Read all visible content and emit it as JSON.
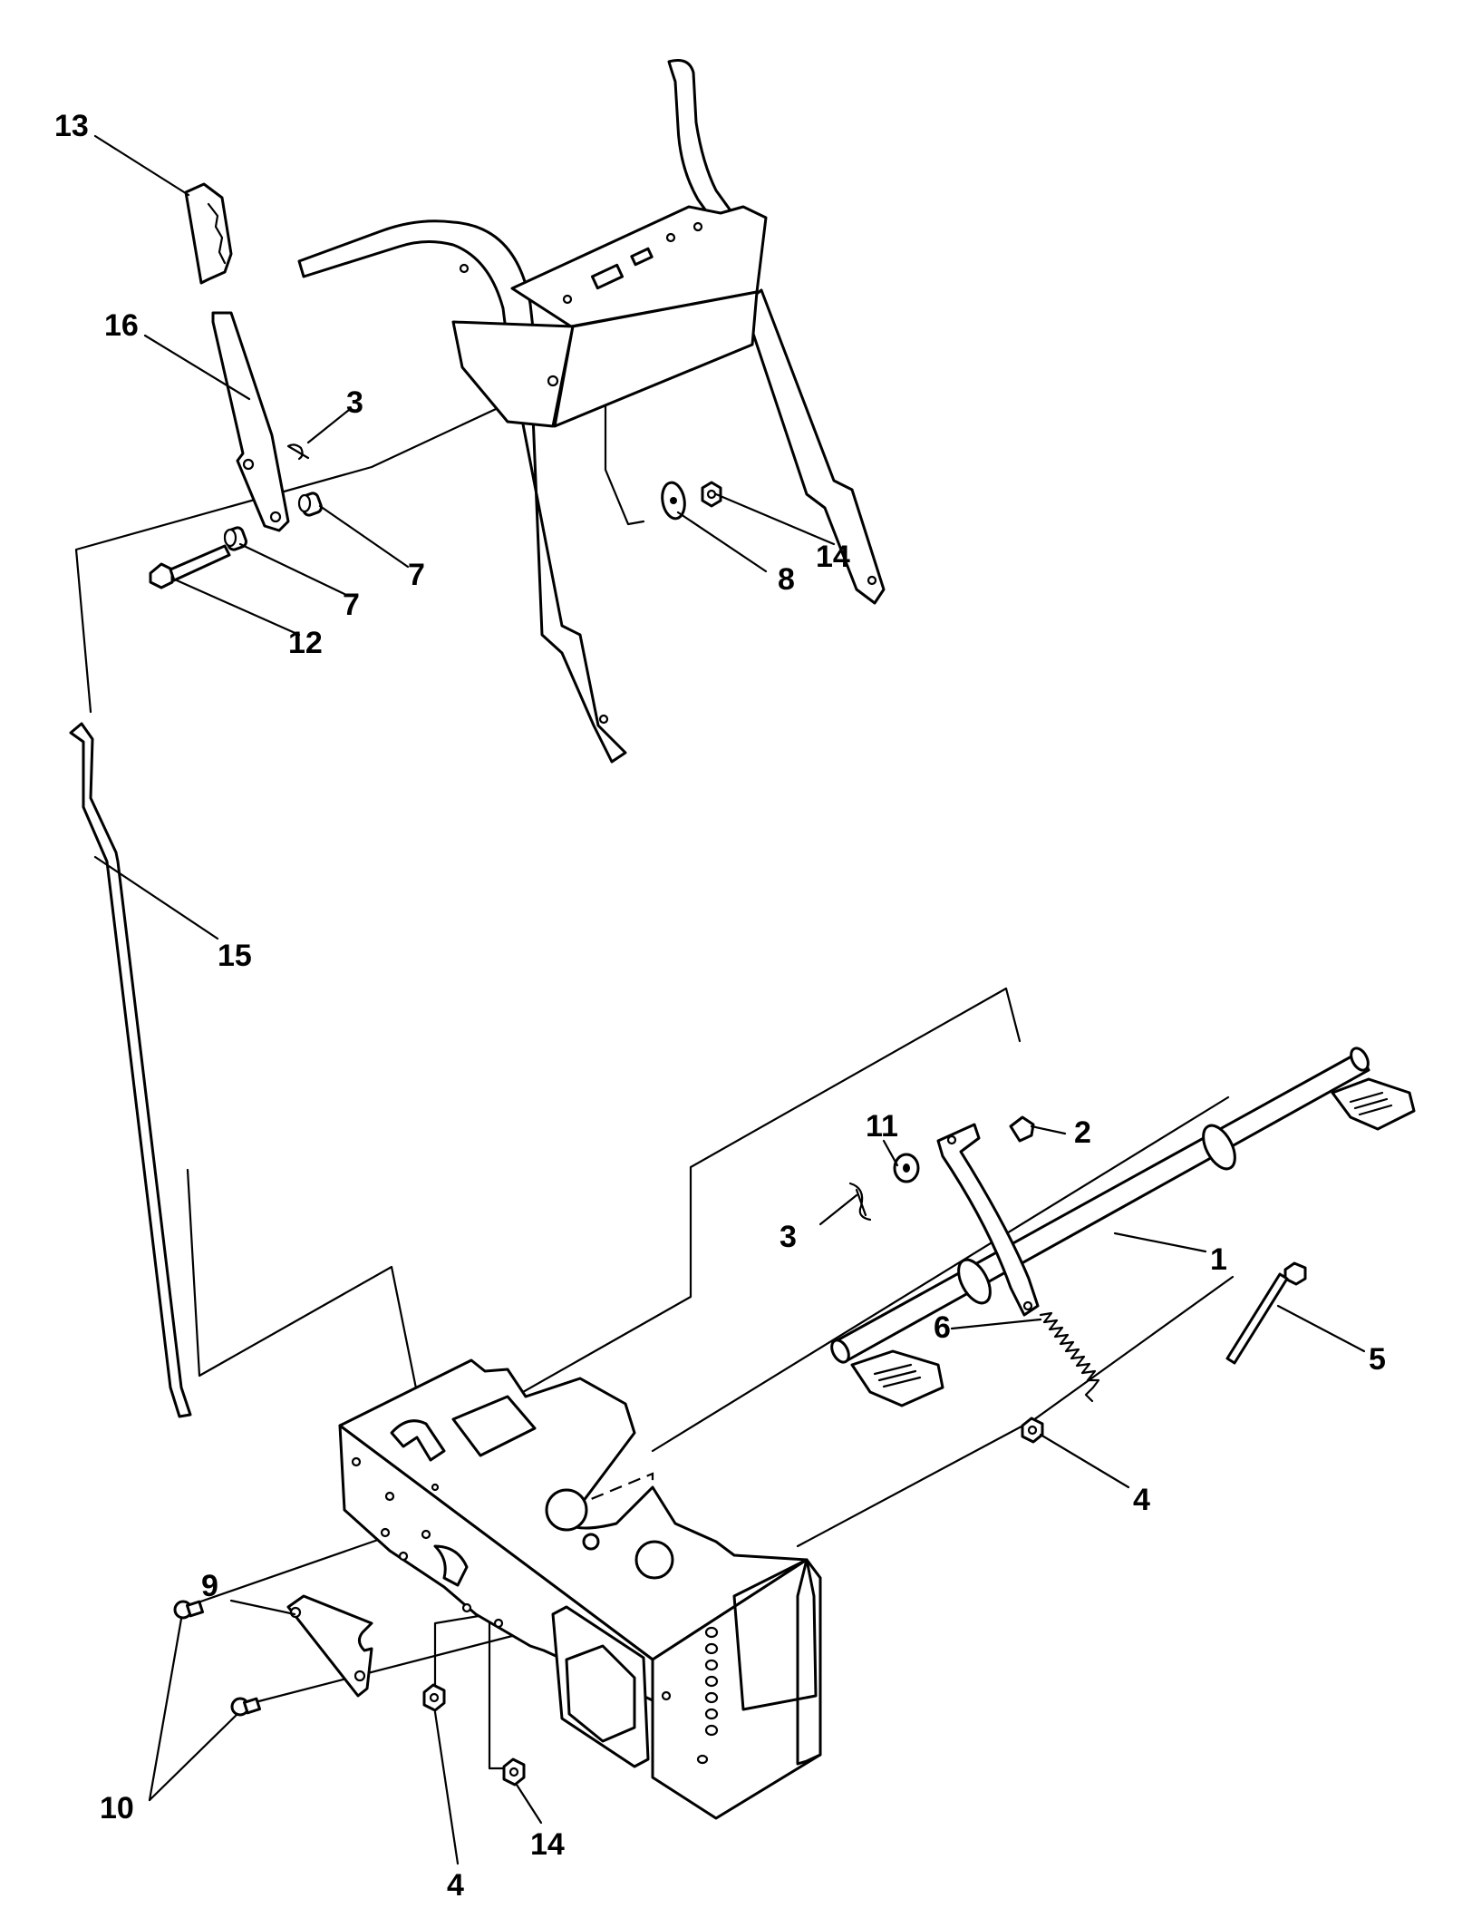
{
  "callouts": {
    "c1": "1",
    "c2": "2",
    "c3a": "3",
    "c3b": "3",
    "c4a": "4",
    "c4b": "4",
    "c5": "5",
    "c6": "6",
    "c7a": "7",
    "c7b": "7",
    "c8": "8",
    "c9": "9",
    "c10": "10",
    "c11": "11",
    "c12": "12",
    "c13": "13",
    "c14a": "14",
    "c14b": "14",
    "c15": "15",
    "c16": "16"
  },
  "colors": {
    "line": "#000000",
    "background": "#ffffff"
  }
}
